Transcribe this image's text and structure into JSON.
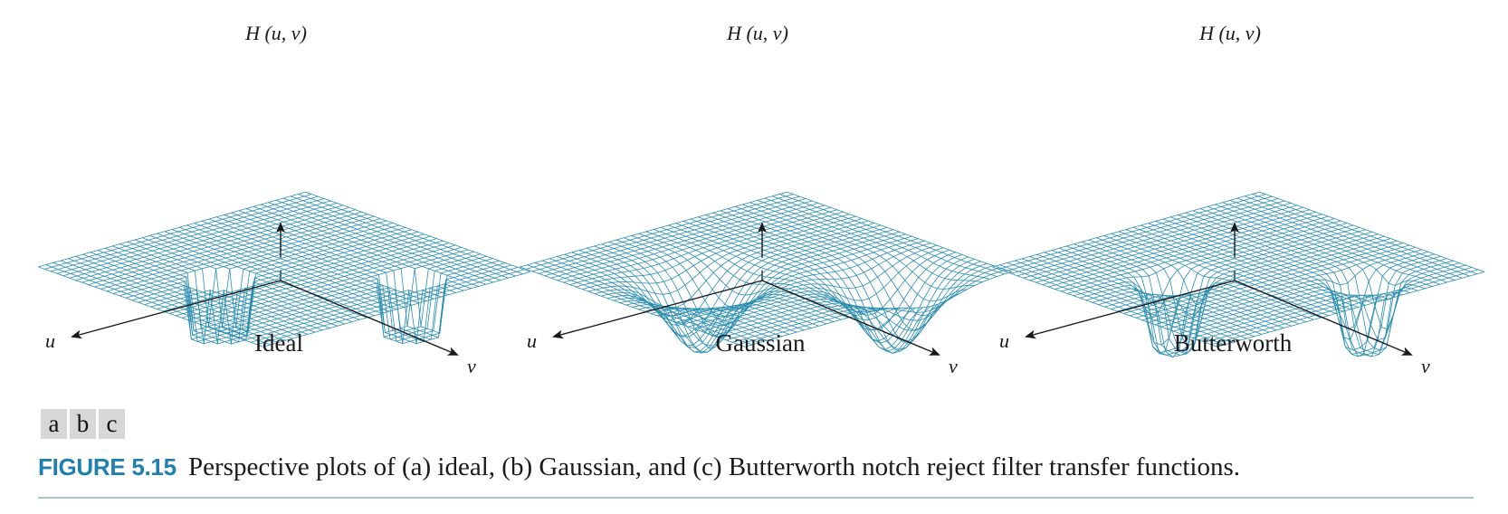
{
  "colors": {
    "mesh": "#2a8db0",
    "axis": "#1a1a1a",
    "caption_label": "#1f7fb0",
    "panel_tag_bg": "#d7d7d7",
    "rule": "#a9c4d4"
  },
  "axes": {
    "h_label": "H (u, v)",
    "u_label": "u",
    "v_label": "v"
  },
  "panels": [
    {
      "id": "a",
      "title": "Ideal",
      "filter": "ideal"
    },
    {
      "id": "b",
      "title": "Gaussian",
      "filter": "gaussian"
    },
    {
      "id": "c",
      "title": "Butterworth",
      "filter": "butterworth"
    }
  ],
  "panel_letters": [
    "a",
    "b",
    "c"
  ],
  "caption": {
    "label": "FIGURE 5.15",
    "text": "Perspective plots of (a) ideal, (b) Gaussian, and (c) Butterworth notch reject filter transfer functions."
  }
}
